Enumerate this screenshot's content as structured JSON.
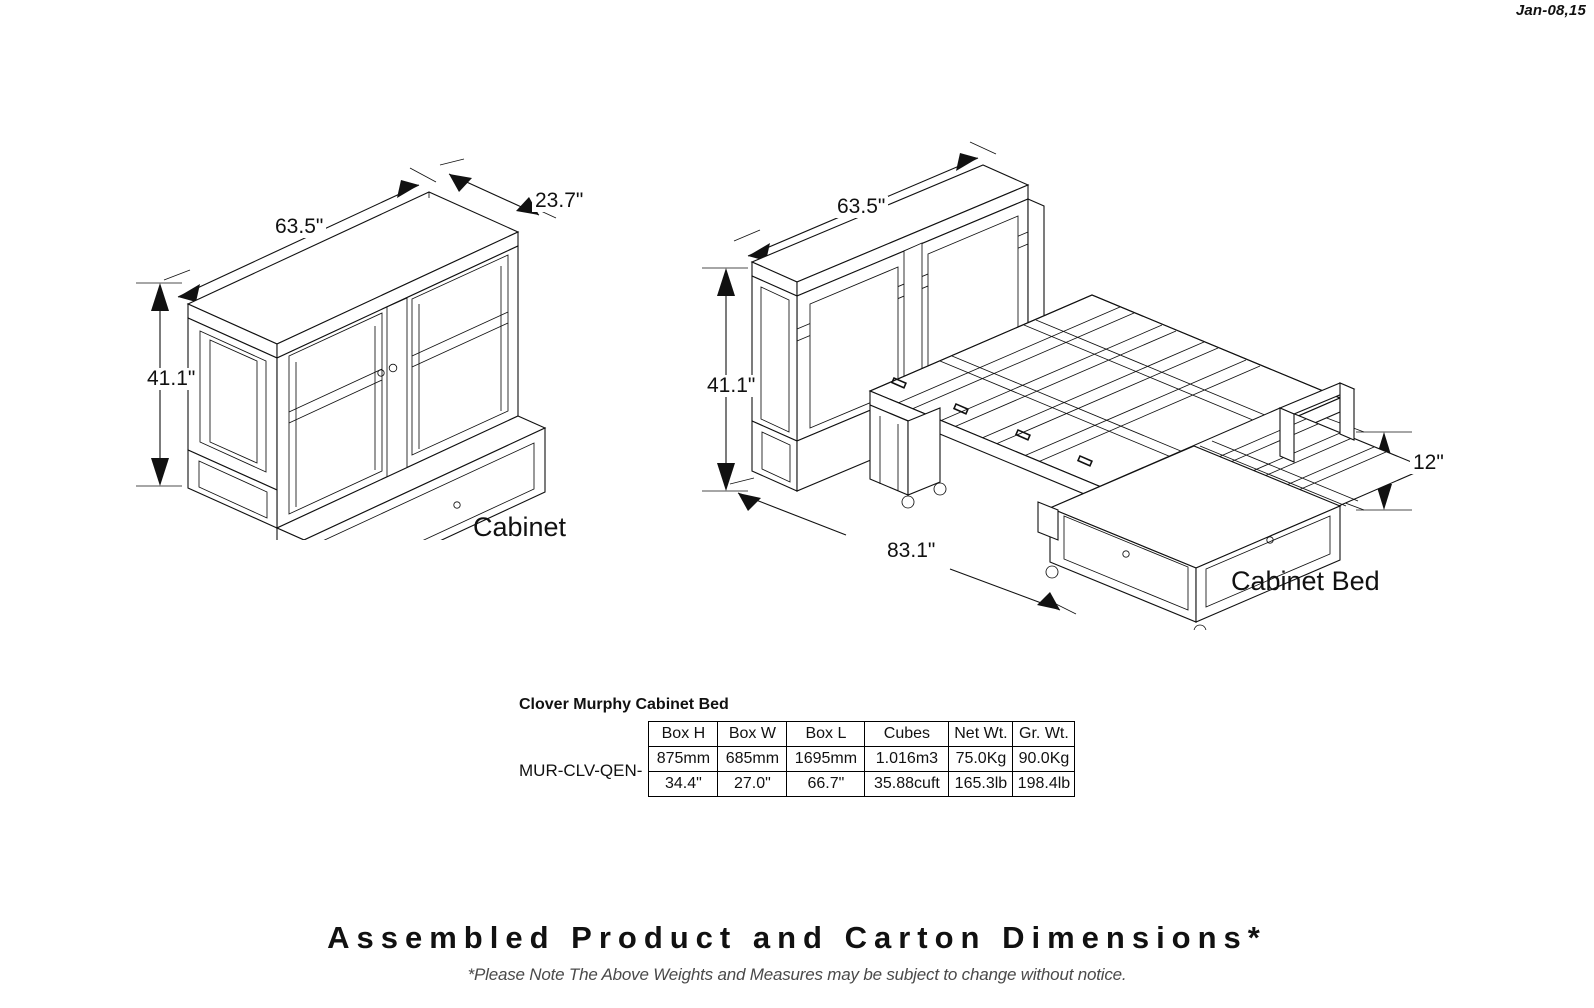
{
  "date_stamp": "Jan-08,15",
  "views": [
    {
      "id": "cabinet",
      "caption": "Cabinet",
      "dimensions": {
        "width": "63.5\"",
        "depth": "23.7\"",
        "height": "41.1\""
      }
    },
    {
      "id": "cabinet-bed",
      "caption": "Cabinet Bed",
      "dimensions": {
        "width": "63.5\"",
        "height": "41.1\"",
        "length": "83.1\"",
        "deck_height": "12\""
      }
    }
  ],
  "spec": {
    "title": "Clover Murphy Cabinet Bed",
    "model": "MUR-CLV-QEN-",
    "columns": [
      "Box H",
      "Box W",
      "Box L",
      "Cubes",
      "Net Wt.",
      "Gr. Wt."
    ],
    "rows": [
      [
        "875mm",
        "685mm",
        "1695mm",
        "1.016m3",
        "75.0Kg",
        "90.0Kg"
      ],
      [
        "34.4\"",
        "27.0\"",
        "66.7\"",
        "35.88cuft",
        "165.3lb",
        "198.4lb"
      ]
    ]
  },
  "footer": {
    "title": "Assembled Product and Carton Dimensions*",
    "note": "*Please Note The Above Weights and Measures may be subject to change without notice."
  }
}
